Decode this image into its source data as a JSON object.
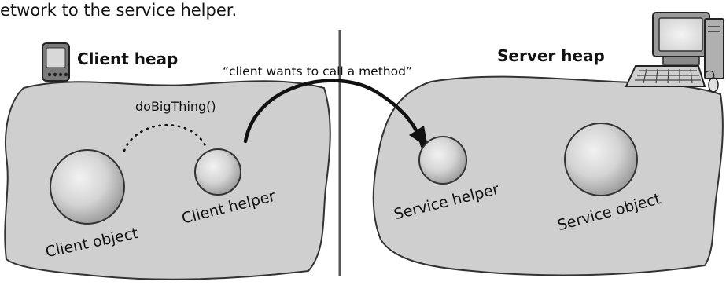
{
  "caption_top": "etwork to the service helper.",
  "client": {
    "heap_label": "Client heap",
    "object_label": "Client object",
    "helper_label": "Client helper",
    "call_label": "doBigThing()"
  },
  "server": {
    "heap_label": "Server heap",
    "helper_label": "Service helper",
    "object_label": "Service object"
  },
  "request_quote": "“client wants to call a method”",
  "colors": {
    "heap_fill": "#cfcfcf",
    "heap_stroke": "#333333",
    "ball_light": "#ededed",
    "ball_dark": "#9a9a9a",
    "divider": "#555555"
  }
}
